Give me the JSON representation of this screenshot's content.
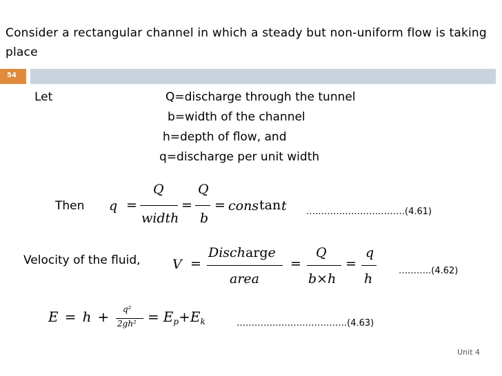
{
  "title": "Consider a rectangular channel in which a steady but non-uniform flow is taking place",
  "slide_number": "54",
  "definitions": {
    "let_label": "Let",
    "items": [
      "Q=discharge through the tunnel",
      "b=width of the channel",
      "h=depth of flow, and",
      "q=discharge per unit width"
    ]
  },
  "eq_461": {
    "label": "Then",
    "lhs": "q",
    "eq1": "=",
    "frac1_num": "Q",
    "frac1_den": "width",
    "eq2": "=",
    "frac2_num": "Q",
    "frac2_den": "b",
    "eq3": "=",
    "const_a": "cons",
    "const_b": "tan",
    "const_c": "t",
    "ref": "……………………………(4.61)"
  },
  "eq_462": {
    "label": "Velocity of the fluid,",
    "lhs": "V",
    "eq1": "=",
    "frac1_num_a": "Disch",
    "frac1_num_b": "arg",
    "frac1_num_c": "e",
    "frac1_den": "area",
    "eq2": "=",
    "frac2_num": "Q",
    "frac2_den": "b×h",
    "eq3": "=",
    "frac3_num": "q",
    "frac3_den": "h",
    "ref": "………..(4.62)"
  },
  "eq_463": {
    "lhs": "E",
    "eq1": "=",
    "h": "h",
    "plus": "+",
    "num": "q²",
    "den": "2gh²",
    "eq2": "=",
    "ep": "E",
    "ep_sub": "p",
    "plus2": "+",
    "ek": "E",
    "ek_sub": "k",
    "ref": "……………………………….(4.63)"
  },
  "footer": "Unit 4"
}
